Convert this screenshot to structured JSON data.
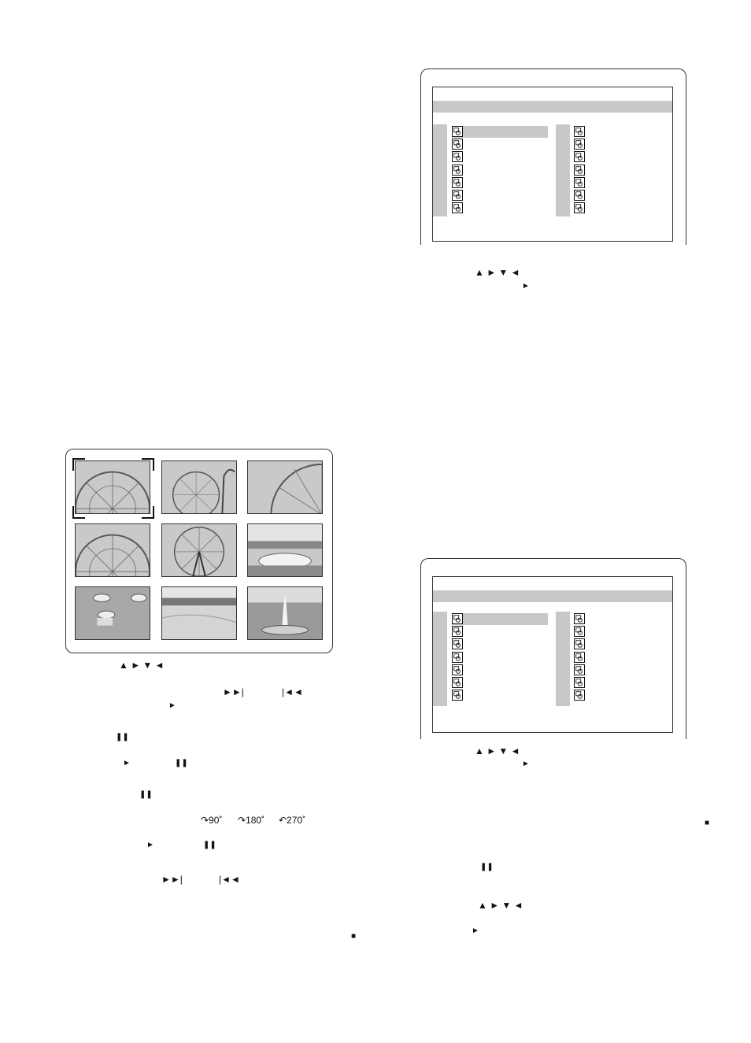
{
  "nav_arrows": "▲ ► ▼ ◄",
  "symbols": {
    "play": "►",
    "pause": "❚❚",
    "next": "►►|",
    "prev": "|◄◄",
    "stop": "■"
  },
  "rotation_labels": {
    "r90": "↷90˚",
    "r180": "↷180˚",
    "r270": "↶270˚"
  },
  "thumbnails": [
    {
      "icon": "ferris-wheel-image"
    },
    {
      "icon": "ferris-wheel-coaster-image"
    },
    {
      "icon": "ferris-wheel-closeup-image"
    },
    {
      "icon": "ferris-wheel-image"
    },
    {
      "icon": "ferris-wheel-front-image"
    },
    {
      "icon": "flower-garden-image"
    },
    {
      "icon": "parasol-tables-image"
    },
    {
      "icon": "flower-field-image"
    },
    {
      "icon": "fountain-image"
    }
  ],
  "menus": [
    {
      "left_rows": 7,
      "right_rows": 7,
      "selected_row": 0,
      "icon": "picture-file-icon"
    },
    {
      "left_rows": 7,
      "right_rows": 7,
      "selected_row": 0,
      "icon": "picture-file-icon"
    }
  ]
}
